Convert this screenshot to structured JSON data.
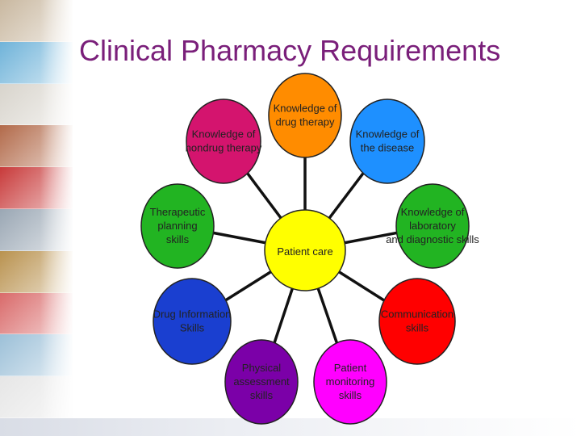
{
  "title": "Clinical Pharmacy Requirements",
  "center": {
    "lines": [
      "Patient care"
    ],
    "color": "#ffff00"
  },
  "nodes": [
    {
      "id": "drug-therapy",
      "lines": [
        "Knowledge of",
        "drug therapy"
      ],
      "color": "#ff8c00"
    },
    {
      "id": "disease",
      "lines": [
        "Knowledge of",
        "the disease"
      ],
      "color": "#1e90ff"
    },
    {
      "id": "laboratory",
      "lines": [
        "Knowledge of",
        "laboratory",
        "and diagnostic skills"
      ],
      "color": "#22b422"
    },
    {
      "id": "communication",
      "lines": [
        "Communication",
        "skills"
      ],
      "color": "#ff0000"
    },
    {
      "id": "patient-monitoring",
      "lines": [
        "Patient",
        "monitoring",
        "skills"
      ],
      "color": "#ff00ff"
    },
    {
      "id": "physical-assessment",
      "lines": [
        "Physical",
        "assessment",
        "skills"
      ],
      "color": "#7b00a8"
    },
    {
      "id": "drug-information",
      "lines": [
        "Drug Information",
        "Skills"
      ],
      "color": "#1a3fd0"
    },
    {
      "id": "therapeutic-planning",
      "lines": [
        "Therapeutic",
        "planning",
        "skills"
      ],
      "color": "#22b422"
    },
    {
      "id": "nondrug-therapy",
      "lines": [
        "Knowledge of",
        "nondrug therapy"
      ],
      "color": "#d4146e"
    }
  ],
  "strip_colors": [
    "#c9b8a0",
    "#6fb3d9",
    "#d8d4cc",
    "#b26a4a",
    "#c83a3a",
    "#9aa7b4",
    "#b9924f",
    "#d96a6a",
    "#9cc0d8",
    "#e6e6e6"
  ]
}
